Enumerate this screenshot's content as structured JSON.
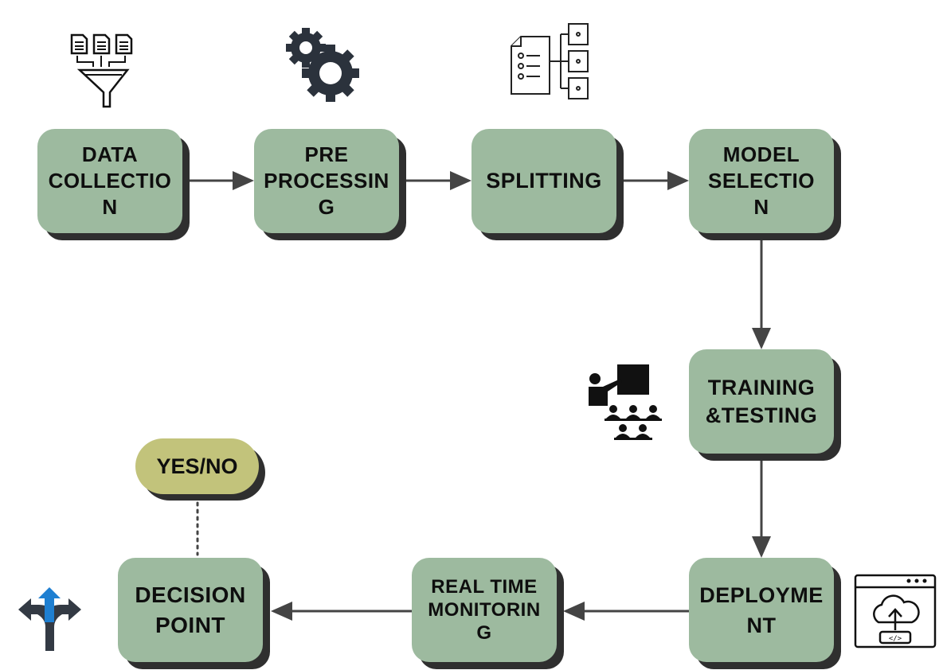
{
  "steps": {
    "data_collection": "DATA\nCOLLECTIO\nN",
    "preprocessing": "PRE\nPROCESSIN\nG",
    "splitting": "SPLITTING",
    "model_selection": "MODEL\nSELECTIO\nN",
    "training_testing": "TRAINING\n&TESTING",
    "deployment": "DEPLOYME\nNT",
    "real_time_monitoring": "REAL TIME\nMONITORIN\nG",
    "decision_point": "DECISION\nPOINT",
    "yes_no": "YES/NO"
  },
  "icons": {
    "data_collection": "documents-funnel-icon",
    "preprocessing": "gears-icon",
    "splitting": "document-split-icon",
    "training": "teacher-class-icon",
    "deployment": "cloud-upload-browser-icon",
    "decision": "split-arrows-icon"
  },
  "colors": {
    "box": "#9dba9f",
    "decision_pill": "#c2c37b",
    "shadow": "#2f2f2f",
    "arrow": "#444444",
    "accent_arrow": "#1e7fd1"
  }
}
